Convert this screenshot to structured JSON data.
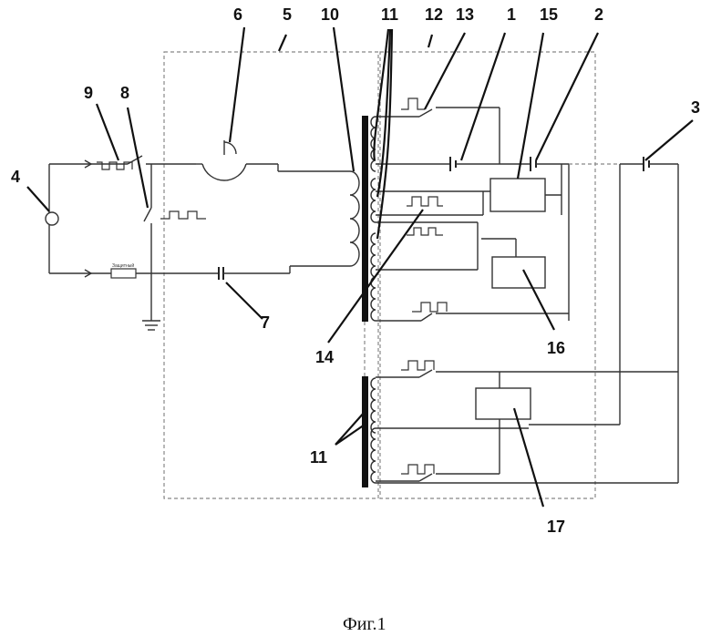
{
  "figure": {
    "caption": "Фиг.1",
    "resistor_text": "Защитный"
  },
  "labels": [
    {
      "id": "1",
      "text": "1"
    },
    {
      "id": "2",
      "text": "2"
    },
    {
      "id": "3",
      "text": "3"
    },
    {
      "id": "4",
      "text": "4"
    },
    {
      "id": "5",
      "text": "5"
    },
    {
      "id": "6",
      "text": "6"
    },
    {
      "id": "7",
      "text": "7"
    },
    {
      "id": "8",
      "text": "8"
    },
    {
      "id": "9",
      "text": "9"
    },
    {
      "id": "10",
      "text": "10"
    },
    {
      "id": "11a",
      "text": "11"
    },
    {
      "id": "11b",
      "text": "11"
    },
    {
      "id": "12",
      "text": "12"
    },
    {
      "id": "13",
      "text": "13"
    },
    {
      "id": "14",
      "text": "14"
    },
    {
      "id": "15",
      "text": "15"
    },
    {
      "id": "16",
      "text": "16"
    },
    {
      "id": "17",
      "text": "17"
    }
  ]
}
